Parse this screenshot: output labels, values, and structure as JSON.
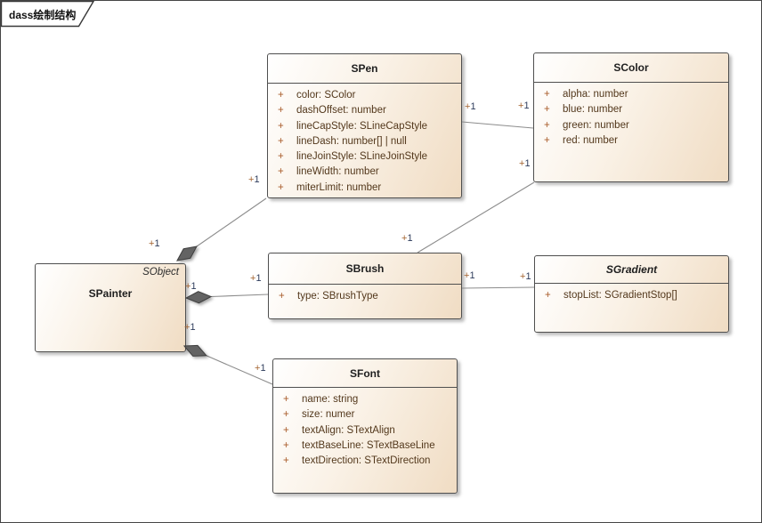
{
  "frame": {
    "title": "dass绘制结构"
  },
  "diagram": {
    "classes": [
      {
        "id": "SPainter",
        "name": "SPainter",
        "stereotype": "SObject",
        "abstract": false,
        "attributes": []
      },
      {
        "id": "SPen",
        "name": "SPen",
        "abstract": false,
        "attributes": [
          {
            "vis": "+",
            "text": "color: SColor"
          },
          {
            "vis": "+",
            "text": "dashOffset: number"
          },
          {
            "vis": "+",
            "text": "lineCapStyle: SLineCapStyle"
          },
          {
            "vis": "+",
            "text": "lineDash: number[] | null"
          },
          {
            "vis": "+",
            "text": "lineJoinStyle: SLineJoinStyle"
          },
          {
            "vis": "+",
            "text": "lineWidth: number"
          },
          {
            "vis": "+",
            "text": "miterLimit: number"
          }
        ]
      },
      {
        "id": "SColor",
        "name": "SColor",
        "abstract": false,
        "attributes": [
          {
            "vis": "+",
            "text": "alpha: number"
          },
          {
            "vis": "+",
            "text": "blue: number"
          },
          {
            "vis": "+",
            "text": "green: number"
          },
          {
            "vis": "+",
            "text": "red: number"
          }
        ]
      },
      {
        "id": "SBrush",
        "name": "SBrush",
        "abstract": false,
        "attributes": [
          {
            "vis": "+",
            "text": "type: SBrushType"
          }
        ]
      },
      {
        "id": "SGradient",
        "name": "SGradient",
        "abstract": true,
        "attributes": [
          {
            "vis": "+",
            "text": "stopList: SGradientStop[]"
          }
        ]
      },
      {
        "id": "SFont",
        "name": "SFont",
        "abstract": false,
        "attributes": [
          {
            "vis": "+",
            "text": "name: string"
          },
          {
            "vis": "+",
            "text": "size: numer"
          },
          {
            "vis": "+",
            "text": "textAlign: STextAlign"
          },
          {
            "vis": "+",
            "text": "textBaseLine: STextBaseLine"
          },
          {
            "vis": "+",
            "text": "textDirection: STextDirection"
          }
        ]
      }
    ],
    "relations": [
      {
        "from": "SPainter",
        "to": "SPen",
        "type": "composition",
        "from_mult": "+1",
        "to_mult": "+1"
      },
      {
        "from": "SPainter",
        "to": "SBrush",
        "type": "composition",
        "from_mult": "+1",
        "to_mult": "+1"
      },
      {
        "from": "SPainter",
        "to": "SFont",
        "type": "composition",
        "from_mult": "+1",
        "to_mult": "+1"
      },
      {
        "from": "SPen",
        "to": "SColor",
        "type": "association",
        "from_mult": "+1",
        "to_mult": "+1"
      },
      {
        "from": "SBrush",
        "to": "SColor",
        "type": "association",
        "from_mult": "+1",
        "to_mult": "+1"
      },
      {
        "from": "SBrush",
        "to": "SGradient",
        "type": "association",
        "from_mult": "+1",
        "to_mult": "+1"
      }
    ]
  },
  "colors": {
    "frame_border": "#454545",
    "box_border": "#4f4f4f",
    "box_fill_start": "#ffffff",
    "box_fill_end": "#f0dcc3",
    "name_color": "#1f1f1f",
    "attr_color": "#53381c",
    "vis_color": "#a85a28",
    "line_color": "#8c8c8c",
    "diamond_fill": "#636363",
    "diamond_stroke": "#3e3e3e",
    "mult_color": "#2e3c5c",
    "mult_plus": "#a3622f"
  }
}
